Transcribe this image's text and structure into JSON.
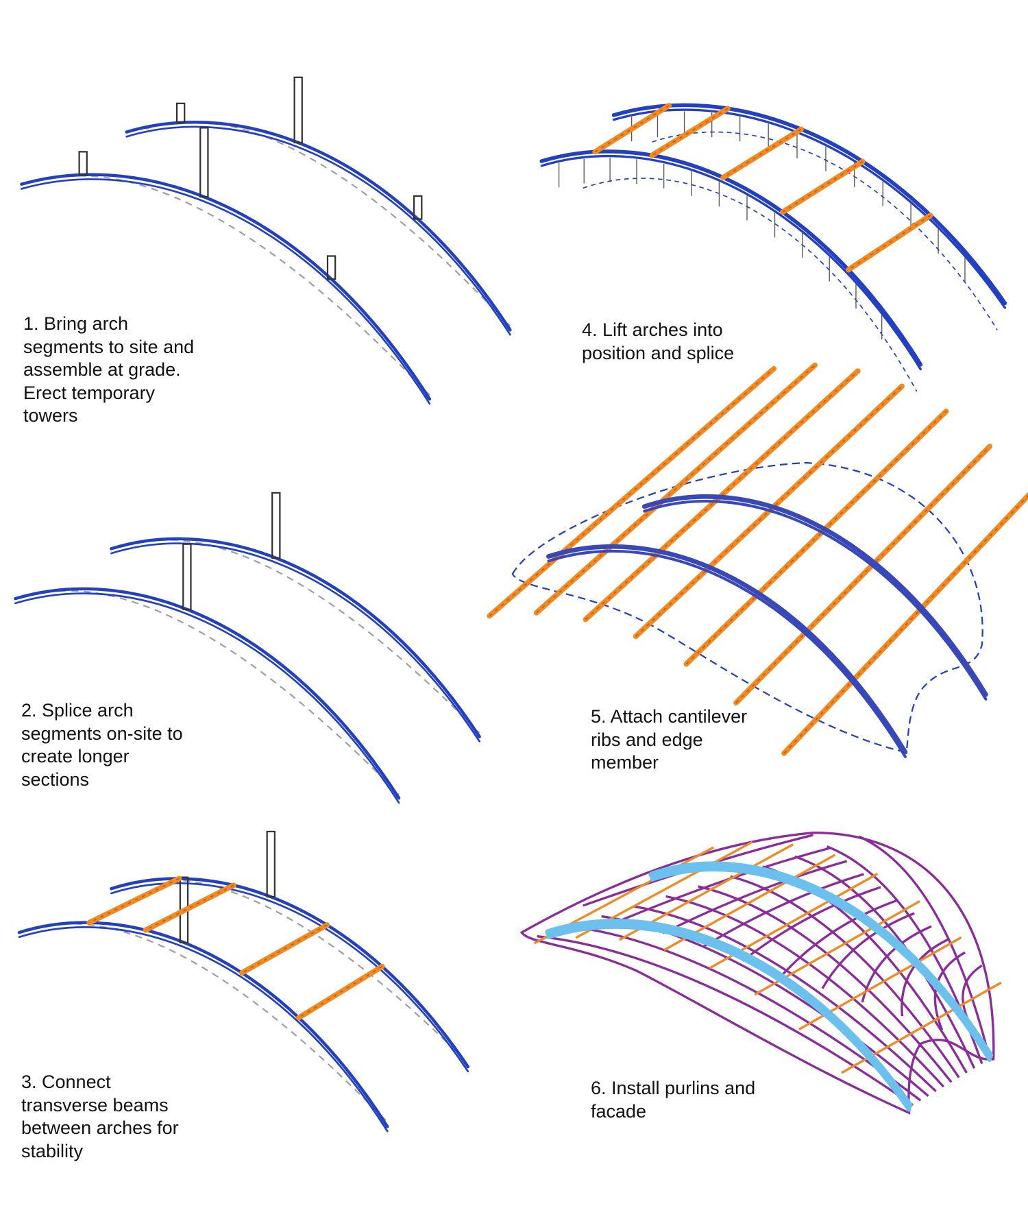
{
  "steps": [
    {
      "lines": [
        "1. Bring arch",
        "segments to site and",
        "assemble at grade.",
        "Erect temporary",
        "towers"
      ]
    },
    {
      "lines": [
        "2. Splice arch",
        "segments on-site to",
        "create longer",
        "sections"
      ]
    },
    {
      "lines": [
        "3. Connect",
        "transverse beams",
        "between arches for",
        "stability"
      ]
    },
    {
      "lines": [
        "4. Lift arches into",
        "position and splice"
      ]
    },
    {
      "lines": [
        "5. Attach cantilever",
        "ribs and edge",
        "member"
      ]
    },
    {
      "lines": [
        "6. Install purlins and",
        "facade"
      ]
    }
  ],
  "colors": {
    "arch": "#2340c0",
    "beam": "#f08a24",
    "dashed": "#a0a0a0",
    "facade": "#8a2d9a",
    "arch_light": "#6cc0ee",
    "tower": "#333333"
  }
}
